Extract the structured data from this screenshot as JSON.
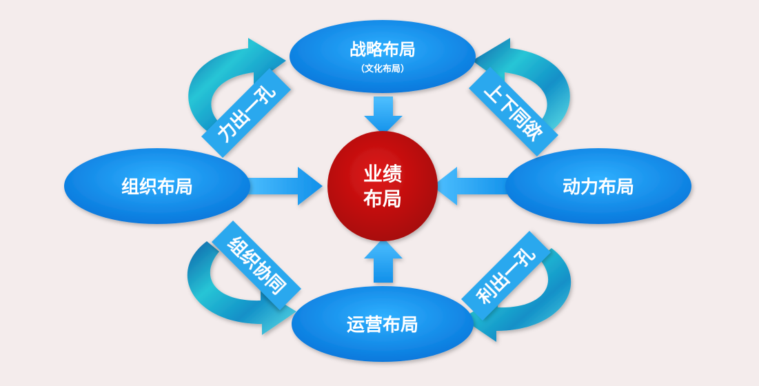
{
  "center": {
    "line1": "业绩",
    "line2": "布局"
  },
  "top": {
    "title": "战略布局",
    "subtitle": "（文化布局）"
  },
  "left": {
    "title": "组织布局"
  },
  "right": {
    "title": "动力布局"
  },
  "bottom": {
    "title": "运营布局"
  },
  "labels": {
    "top_left": "力出一孔",
    "top_right": "上下同欲",
    "bottom_left": "组织协同",
    "bottom_right": "利出一孔"
  },
  "colors": {
    "background": "#f4ecec",
    "ellipse_blue": "#0a8ff0",
    "center_red": "#c40d0d",
    "arrow_blue": "#1e9ef0",
    "label_box": "#29a8ee",
    "curved_arrow": "#1aa7c4"
  }
}
